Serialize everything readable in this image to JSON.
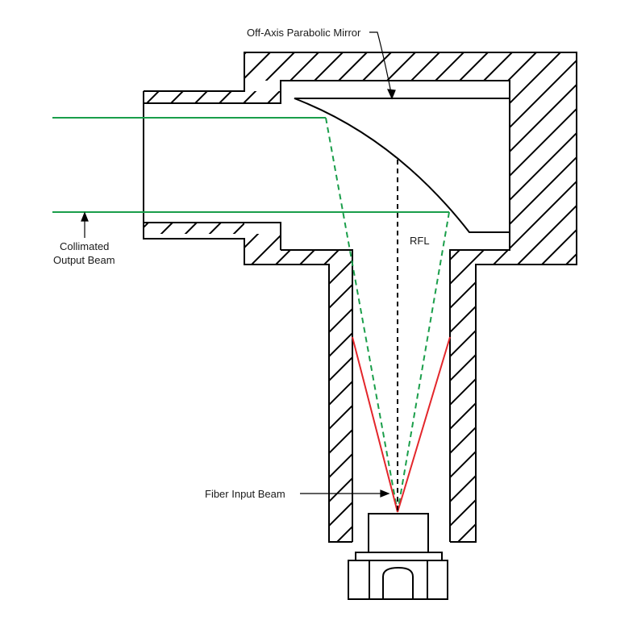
{
  "diagram": {
    "labels": {
      "mirror": "Off-Axis Parabolic Mirror",
      "rfl": "RFL",
      "collimated_line1": "Collimated",
      "collimated_line2": "Output Beam",
      "fiber_input": "Fiber Input Beam"
    },
    "colors": {
      "outline": "#000000",
      "collimated_beam": "#1a9e4a",
      "input_beam": "#e3262b",
      "rfl_axis": "#000000"
    }
  }
}
